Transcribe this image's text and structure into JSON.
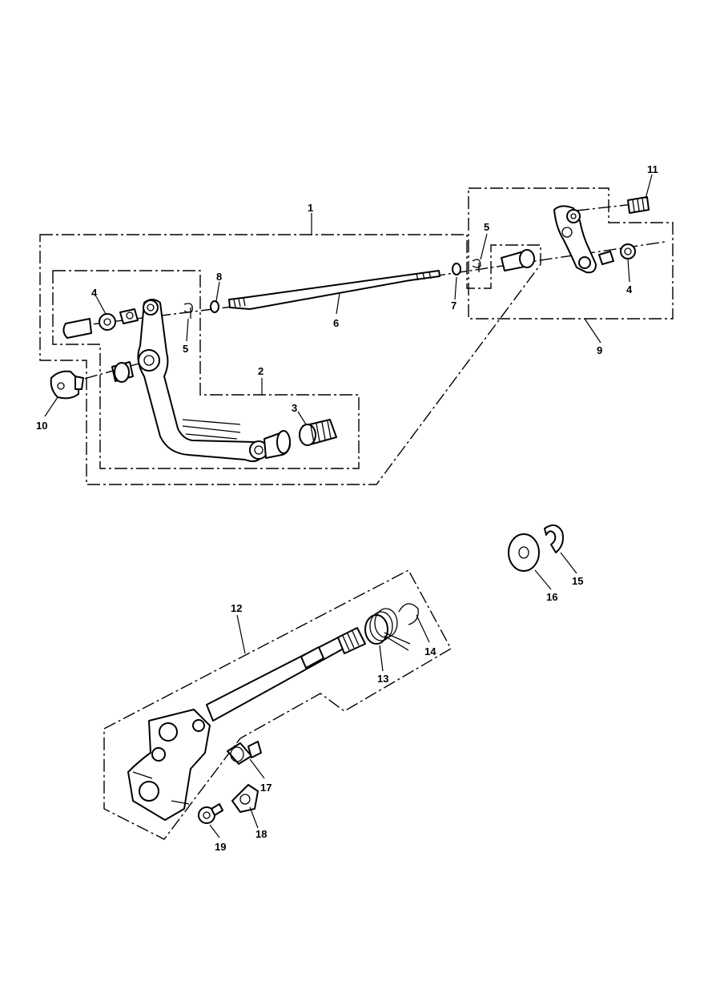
{
  "diagram": {
    "callouts": [
      {
        "id": "1",
        "text": "1"
      },
      {
        "id": "2",
        "text": "2"
      },
      {
        "id": "3",
        "text": "3"
      },
      {
        "id": "4a",
        "text": "4"
      },
      {
        "id": "4b",
        "text": "4"
      },
      {
        "id": "5a",
        "text": "5"
      },
      {
        "id": "5b",
        "text": "5"
      },
      {
        "id": "6",
        "text": "6"
      },
      {
        "id": "7",
        "text": "7"
      },
      {
        "id": "8",
        "text": "8"
      },
      {
        "id": "9",
        "text": "9"
      },
      {
        "id": "10",
        "text": "10"
      },
      {
        "id": "11",
        "text": "11"
      },
      {
        "id": "12",
        "text": "12"
      },
      {
        "id": "13",
        "text": "13"
      },
      {
        "id": "14",
        "text": "14"
      },
      {
        "id": "15",
        "text": "15"
      },
      {
        "id": "16",
        "text": "16"
      },
      {
        "id": "17",
        "text": "17"
      },
      {
        "id": "18",
        "text": "18"
      },
      {
        "id": "19",
        "text": "19"
      }
    ]
  }
}
